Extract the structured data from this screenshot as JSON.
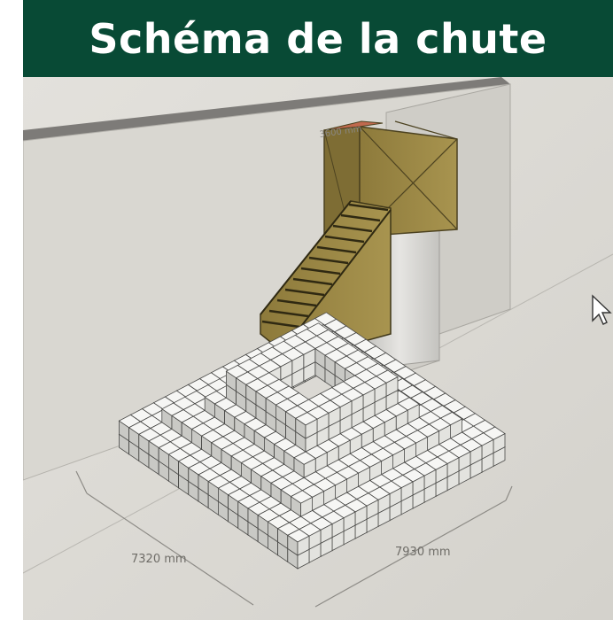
{
  "title": "Schéma de la chute",
  "dimensions": {
    "tower_width": "3600 mm",
    "base_left": "7320 mm",
    "base_right": "7930 mm"
  },
  "icons": {
    "cursor": "mouse-pointer-icon"
  },
  "colors": {
    "title_bar": "#084a35",
    "title_text": "#ffffff",
    "wall": "#d8d6d0",
    "wood": "#9c8a45",
    "block_top": "#f6f6f4",
    "block_side": "#c9c9c5",
    "orange_top": "#c0694e"
  }
}
